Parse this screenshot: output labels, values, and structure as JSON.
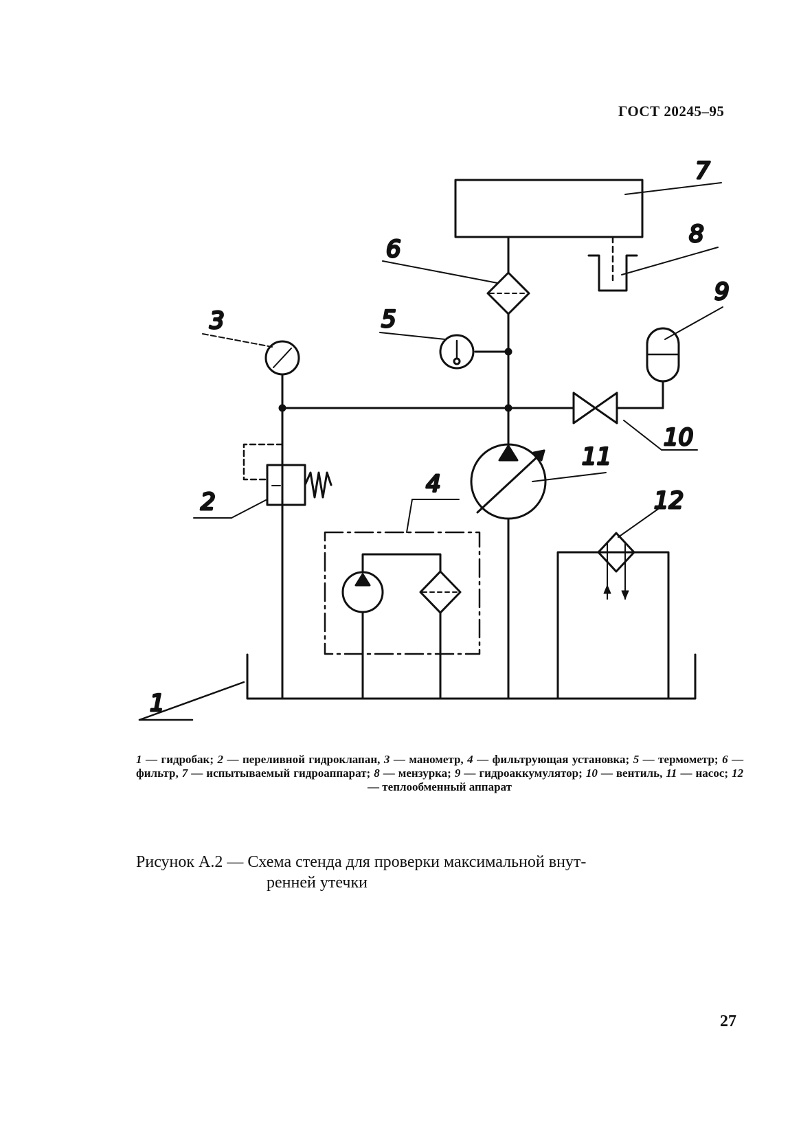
{
  "header": {
    "standard": "ГОСТ 20245–95"
  },
  "diagram": {
    "labels": {
      "l1": "1",
      "l2": "2",
      "l3": "3",
      "l4": "4",
      "l5": "5",
      "l6": "6",
      "l7": "7",
      "l8": "8",
      "l9": "9",
      "l10": "10",
      "l11": "11",
      "l12": "12"
    }
  },
  "caption": {
    "items": [
      {
        "num": "1",
        "text": "гидробак;"
      },
      {
        "num": "2",
        "text": "переливной гидроклапан,"
      },
      {
        "num": "3",
        "text": "манометр,"
      },
      {
        "num": "4",
        "text": "фильтрующая установка;"
      },
      {
        "num": "5",
        "text": "термометр;"
      },
      {
        "num": "6",
        "text": "фильтр,"
      },
      {
        "num": "7",
        "text": "испытываемый гидроаппарат;"
      },
      {
        "num": "8",
        "text": "мензурка;"
      },
      {
        "num": "9",
        "text": "гидроаккумулятор;"
      },
      {
        "num": "10",
        "text": "вентиль,"
      },
      {
        "num": "11",
        "text": "насос;"
      },
      {
        "num": "12",
        "text": "теплообменный аппарат"
      }
    ]
  },
  "figure": {
    "title_line1": "Рисунок А.2 — Схема стенда для проверки максимальной внут-",
    "title_line2": "ренней утечки"
  },
  "page_number": "27"
}
